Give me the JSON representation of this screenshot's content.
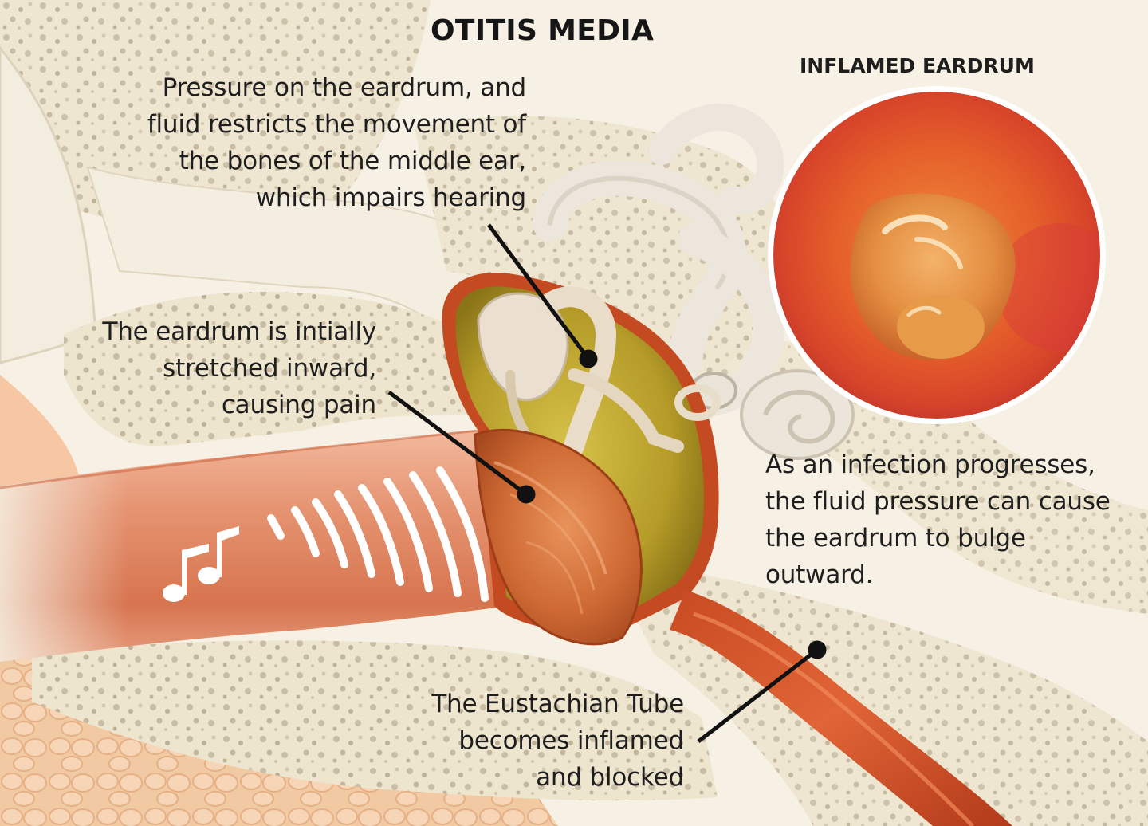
{
  "title": "OTITIS MEDIA",
  "inset": {
    "title": "INFLAMED EARDRUM"
  },
  "labels": {
    "pressure": [
      "Pressure on the eardrum, and",
      "fluid restricts the movement of",
      "the bones of the middle ear,",
      "which impairs hearing"
    ],
    "eardrum": [
      "The eardrum is intially",
      "stretched inward,",
      "causing pain"
    ],
    "infection": [
      "As an infection progresses,",
      "the fluid pressure can cause",
      "the eardrum to bulge",
      "outward."
    ],
    "eustachian": [
      "The Eustachian Tube",
      "becomes inflamed",
      "and blocked"
    ]
  },
  "colors": {
    "bone": "#f1ead7",
    "canal": "#e08a66",
    "fluid": "#b9a02a",
    "inflamed": "#e2542c"
  }
}
